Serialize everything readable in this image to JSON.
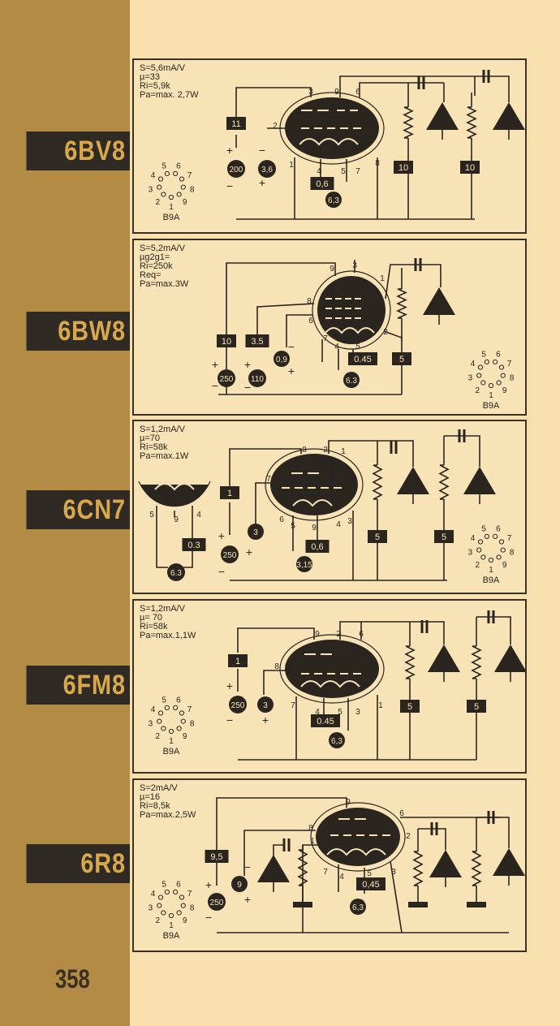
{
  "page_number": "358",
  "colors": {
    "band": "#b38b44",
    "tab_bg": "#2f2a24",
    "tab_text": "#d9a84b",
    "paper": "#f7dfae",
    "ink": "#2b2520"
  },
  "tubes": [
    {
      "name": "6BV8",
      "specs": [
        "S=5,6mA/V",
        "µ=33",
        "Ri=5,9k",
        "Pa=max. 2,7W"
      ],
      "base": "B9A",
      "base_pins": [
        "5",
        "4",
        "6",
        "3",
        "7",
        "2",
        "8",
        "1",
        "9"
      ],
      "labels": {
        "anode_res": "11",
        "supply_pos": "200",
        "grid_bias": "3,6",
        "heater_v": "6,3",
        "heater_i": "0,6",
        "load1": "10",
        "load2": "10"
      },
      "pins": [
        "3",
        "9",
        "6",
        "2",
        "1",
        "4",
        "5",
        "7",
        "8"
      ]
    },
    {
      "name": "6BW8",
      "specs": [
        "S=5,2mA/V",
        "µg2g1=",
        "Ri=250k",
        "Req=",
        "Pa=max.3W"
      ],
      "base": "B9A",
      "base_pins": [
        "4",
        "5",
        "6",
        "3",
        "7",
        "2",
        "8",
        "1",
        "9"
      ],
      "labels": {
        "anode_res": "10",
        "screen_res": "3.5",
        "supply_pos": "250",
        "screen_v": "110",
        "grid_bias": "0,9",
        "heater_v": "6.3",
        "heater_i": "0.45",
        "load1": "5"
      },
      "pins": [
        "9",
        "3",
        "8",
        "6",
        "1",
        "2",
        "7",
        "4",
        "5"
      ]
    },
    {
      "name": "6CN7",
      "specs": [
        "S=1,2mA/V",
        "µ=70",
        "Ri=58k",
        "Pa=max.1W"
      ],
      "base": "B9A",
      "base_pins": [
        "4",
        "5",
        "6",
        "3",
        "7",
        "2",
        "8",
        "1",
        "9"
      ],
      "labels": {
        "anode_res": "1",
        "supply_pos": "250",
        "grid_bias": "3",
        "heater_v": "3,15",
        "heater_i": "0,6",
        "aux_v": "6.3",
        "aux_i": "0.3",
        "load1": "5",
        "load2": "5"
      },
      "pins": [
        "8",
        "2",
        "1",
        "7",
        "6",
        "5",
        "9",
        "4",
        "3"
      ],
      "diode_pins": [
        "5",
        "9",
        "4"
      ]
    },
    {
      "name": "6FM8",
      "specs": [
        "S=1,2mA/V",
        "µ= 70",
        "Ri=58k",
        "Pa=max.1,1W"
      ],
      "base": "B9A",
      "base_pins": [
        "5",
        "4",
        "6",
        "3",
        "7",
        "2",
        "8",
        "1",
        "9"
      ],
      "labels": {
        "anode_res": "1",
        "supply_pos": "250",
        "grid_bias": "3",
        "heater_v": "6,3",
        "heater_i": "0.45",
        "load1": "5",
        "load2": "5"
      },
      "pins": [
        "9",
        "2",
        "6",
        "8",
        "7",
        "4",
        "5",
        "3",
        "1"
      ]
    },
    {
      "name": "6R8",
      "specs": [
        "S=2mA/V",
        "µ=16",
        "Ri=8,5k",
        "Pa=max.2,5W"
      ],
      "base": "B9A",
      "base_pins": [
        "5",
        "4",
        "6",
        "3",
        "7",
        "2",
        "8",
        "1",
        "9"
      ],
      "labels": {
        "anode_res": "9,5",
        "supply_pos": "250",
        "grid_bias": "9",
        "heater_v": "6,3",
        "heater_i": "0,45"
      },
      "pins": [
        "9",
        "6",
        "8",
        "1",
        "2",
        "7",
        "4",
        "5",
        "3"
      ]
    }
  ]
}
